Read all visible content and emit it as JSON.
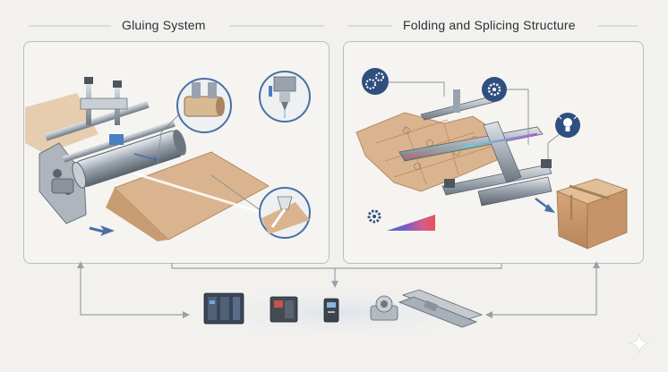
{
  "titles": {
    "left": "Gluing System",
    "right": "Folding and Splicing Structure"
  },
  "colors": {
    "background": "#f2f1ee",
    "panel_border": "#b9bcc1",
    "cardboard": "#d9b48e",
    "cardboard_dark": "#b68a62",
    "steel": "#9aa3ad",
    "accent_blue": "#4a6fa5",
    "arrow": "#8a8f96"
  },
  "icons": {
    "left_panel": [
      "magnifier-callout-roller",
      "magnifier-callout-nozzle",
      "magnifier-callout-glue-line"
    ],
    "right_panel": [
      "gears-icon",
      "gear-icon",
      "lightbulb-icon",
      "settings-gradient-icon"
    ],
    "bottom_tray": [
      "plc-controller-icon",
      "servo-drive-icon",
      "inverter-icon",
      "bearing-block-icon",
      "linear-rail-icon"
    ]
  }
}
